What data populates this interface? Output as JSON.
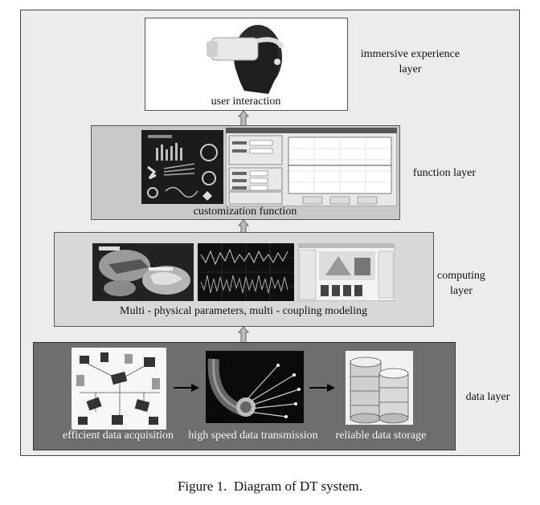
{
  "layers": {
    "immersive": {
      "title": "immersive experience\nlayer",
      "caption": "user interaction"
    },
    "function": {
      "title": "function layer",
      "caption": "customization function"
    },
    "computing": {
      "title": "computing\nlayer",
      "caption": "Multi - physical parameters, multi - coupling modeling"
    },
    "data": {
      "title": "data layer",
      "captions": [
        "efficient data acquisition",
        "high speed data transmission",
        "reliable data storage"
      ]
    }
  },
  "figure_caption": "Figure 1.  Diagram of DT system.",
  "colors": {
    "frame": "#ececec",
    "immersive_bg": "#ffffff",
    "function_bg": "#c9c9c9",
    "computing_bg": "#d8d8d8",
    "data_bg": "#6e6e6e"
  }
}
